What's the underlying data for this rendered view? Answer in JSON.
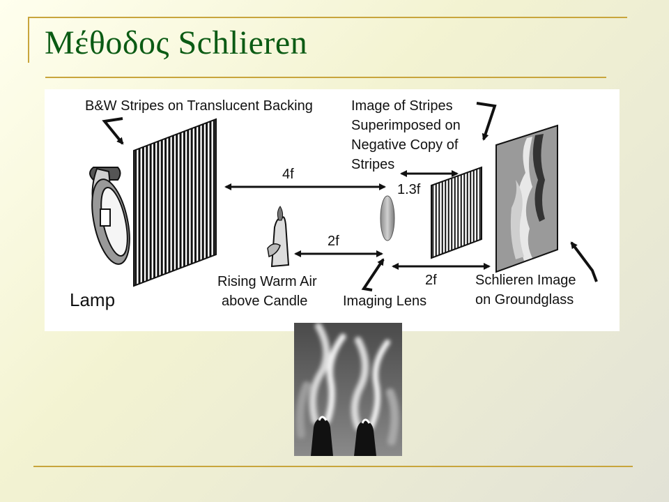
{
  "title": "Μέθοδος Schlieren",
  "diagram": {
    "labels": {
      "stripes": "B&W Stripes on Translucent Backing",
      "image_of_stripes": [
        "Image of Stripes",
        "Superimposed on",
        "Negative Copy of",
        "Stripes"
      ],
      "dist_4f": "4f",
      "dist_1_3f": "1.3f",
      "dist_2f_left": "2f",
      "dist_2f_right": "2f",
      "lamp": "Lamp",
      "warm_air": [
        "Rising Warm Air",
        "above Candle"
      ],
      "lens": "Imaging Lens",
      "screen": [
        "Schlieren Image",
        "on Groundglass"
      ]
    }
  },
  "icons": {
    "lamp": "lamp-icon",
    "candle": "candle-icon",
    "lens": "lens-icon",
    "stripes": "stripes-panel",
    "screen": "groundglass-screen"
  },
  "colors": {
    "title": "#0b5b14",
    "rule": "#c8a53c"
  }
}
